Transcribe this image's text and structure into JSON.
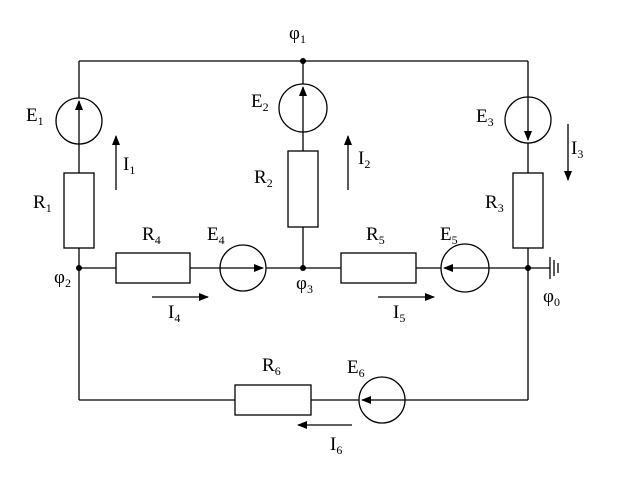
{
  "nodes": {
    "phi1": {
      "base": "φ",
      "sub": "1"
    },
    "phi2": {
      "base": "φ",
      "sub": "2"
    },
    "phi3": {
      "base": "φ",
      "sub": "3"
    },
    "phi0": {
      "base": "φ",
      "sub": "0"
    }
  },
  "resistors": {
    "R1": {
      "base": "R",
      "sub": "1"
    },
    "R2": {
      "base": "R",
      "sub": "2"
    },
    "R3": {
      "base": "R",
      "sub": "3"
    },
    "R4": {
      "base": "R",
      "sub": "4"
    },
    "R5": {
      "base": "R",
      "sub": "5"
    },
    "R6": {
      "base": "R",
      "sub": "6"
    }
  },
  "sources": {
    "E1": {
      "base": "E",
      "sub": "1"
    },
    "E2": {
      "base": "E",
      "sub": "2"
    },
    "E3": {
      "base": "E",
      "sub": "3"
    },
    "E4": {
      "base": "E",
      "sub": "4"
    },
    "E5": {
      "base": "E",
      "sub": "5"
    },
    "E6": {
      "base": "E",
      "sub": "6"
    }
  },
  "currents": {
    "I1": {
      "base": "I",
      "sub": "1"
    },
    "I2": {
      "base": "I",
      "sub": "2"
    },
    "I3": {
      "base": "I",
      "sub": "3"
    },
    "I4": {
      "base": "I",
      "sub": "4"
    },
    "I5": {
      "base": "I",
      "sub": "5"
    },
    "I6": {
      "base": "I",
      "sub": "6"
    }
  }
}
